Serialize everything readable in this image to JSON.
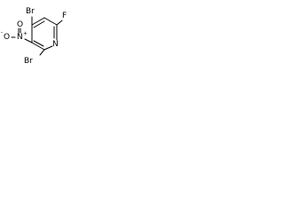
{
  "molecule": {
    "atoms": {
      "br_top": "Br",
      "fluorine": "F",
      "nitro_nitrogen": "N",
      "nitro_plus": "+",
      "nitro_oxygen_top": "O",
      "nitro_minus": "-",
      "nitro_oxygen_left": "O",
      "br_bottom": "Br",
      "ring_nitrogen": "N"
    },
    "bond_color": "#000000"
  }
}
